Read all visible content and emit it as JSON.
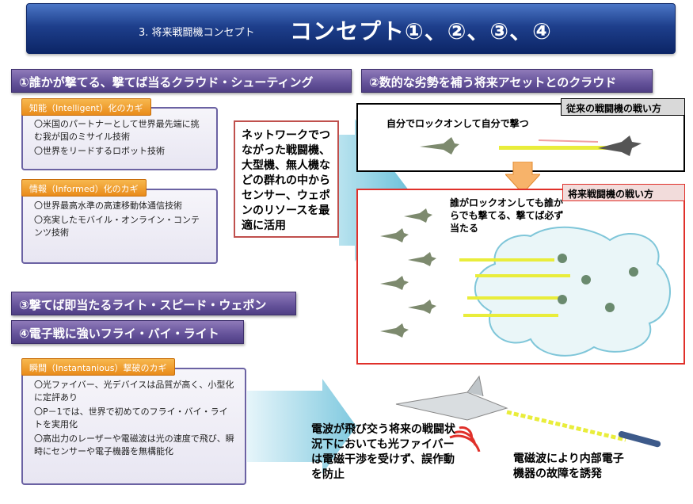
{
  "header": {
    "subtitle": "3. 将来戦闘機コンセプト",
    "title": "コンセプト①、②、③、④"
  },
  "concepts": {
    "c1": "①誰かが撃てる、撃てば当るクラウド・シューティング",
    "c2": "②数的な劣勢を補う将来アセットとのクラウド",
    "c3": "③撃てば即当たるライト・スピード・ウェポン",
    "c4": "④電子戦に強いフライ・バイ・ライト"
  },
  "keys": {
    "intelligent": {
      "label": "知能（Intelligent）化のカギ",
      "items": [
        "〇米国のパートナーとして世界最先端に挑む我が国のミサイル技術",
        "〇世界をリードするロボット技術"
      ]
    },
    "informed": {
      "label": "情報（Informed）化のカギ",
      "items": [
        "〇世界最高水準の高速移動体通信技術",
        "〇充実したモバイル・オンライン・コンテンツ技術"
      ]
    },
    "instantaneous": {
      "label": "瞬間（Instantanious）撃破のカギ",
      "items": [
        "〇光ファイバー、光デバイスは品質が高く、小型化に定評あり",
        "〇P－1では、世界で初めてのフライ・バイ・ライトを実用化",
        "〇高出力のレーザーや電磁波は光の速度で飛び、瞬時にセンサーや電子機器を無構能化"
      ]
    }
  },
  "network_text": "ネットワークでつながった戦闘機、大型機、無人機などの群れの中からセンサー、ウェポンのリソースを最適に活用",
  "old_fight": {
    "tag": "従来の戦闘機の戦い方",
    "text": "自分でロックオンして自分で撃つ"
  },
  "new_fight": {
    "tag": "将来戦闘機の戦い方",
    "text": "誰がロックオンしても誰からでも撃てる、撃てば必ず当たる"
  },
  "fbl_text": "電波が飛び交う将来の戦闘状況下においても光ファイバーは電磁干渉を受けず、誤作動を防止",
  "em_text": "電磁波により内部電子機器の故障を誘発",
  "colors": {
    "title_blue": "#1e3f8c",
    "heading_purple": "#64529a",
    "key_orange": "#e98b1a",
    "accent_red": "#e0302a",
    "arrow_teal": "#8fd3e6"
  }
}
